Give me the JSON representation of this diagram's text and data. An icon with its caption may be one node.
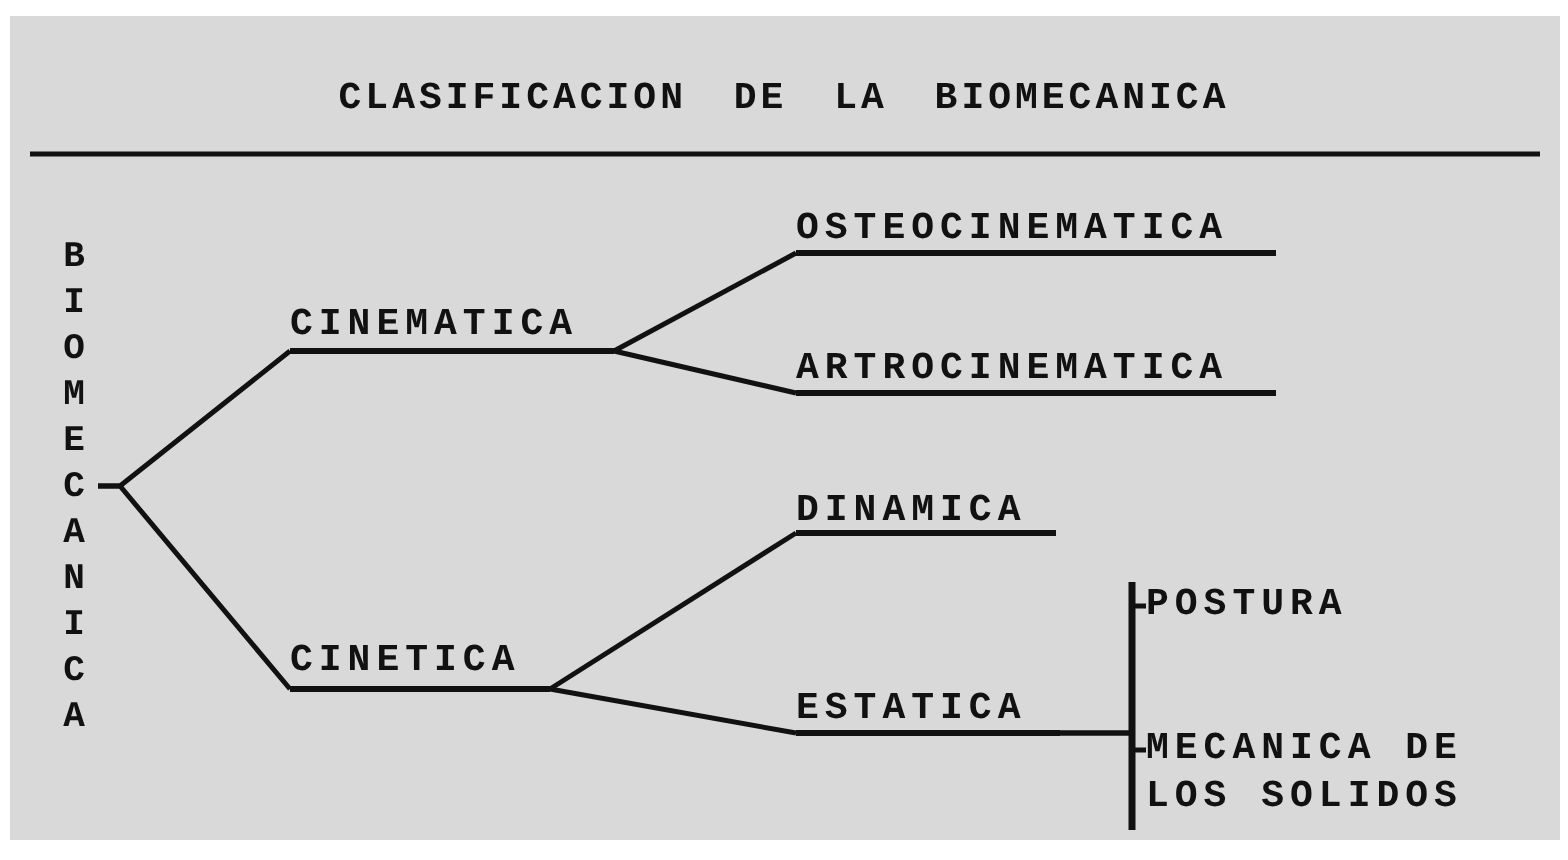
{
  "diagram": {
    "title": "CLASIFICACION DE LA BIOMECANICA",
    "nodes": [
      {
        "text": [
          "BIOMECANICA"
        ]
      },
      {
        "text": [
          "CINEMATICA"
        ]
      },
      {
        "text": [
          "CINETICA"
        ]
      },
      {
        "text": [
          "OSTEOCINEMATICA"
        ]
      },
      {
        "text": [
          "ARTROCINEMATICA"
        ]
      },
      {
        "text": [
          "DINAMICA"
        ]
      },
      {
        "text": [
          "ESTATICA"
        ]
      },
      {
        "text": [
          "POSTURA"
        ]
      },
      {
        "text": [
          "MECANICA DE LOS SOLIDOS"
        ]
      }
    ],
    "edges": [
      {
        "from": 0,
        "to": 1,
        "arrow": "none"
      },
      {
        "from": 0,
        "to": 2,
        "arrow": "none"
      },
      {
        "from": 1,
        "to": 3,
        "arrow": "none"
      },
      {
        "from": 1,
        "to": 4,
        "arrow": "none"
      },
      {
        "from": 2,
        "to": 5,
        "arrow": "none"
      },
      {
        "from": 2,
        "to": 6,
        "arrow": "none"
      },
      {
        "from": 6,
        "to": 7,
        "arrow": "none"
      },
      {
        "from": 6,
        "to": 8,
        "arrow": "none"
      }
    ]
  }
}
